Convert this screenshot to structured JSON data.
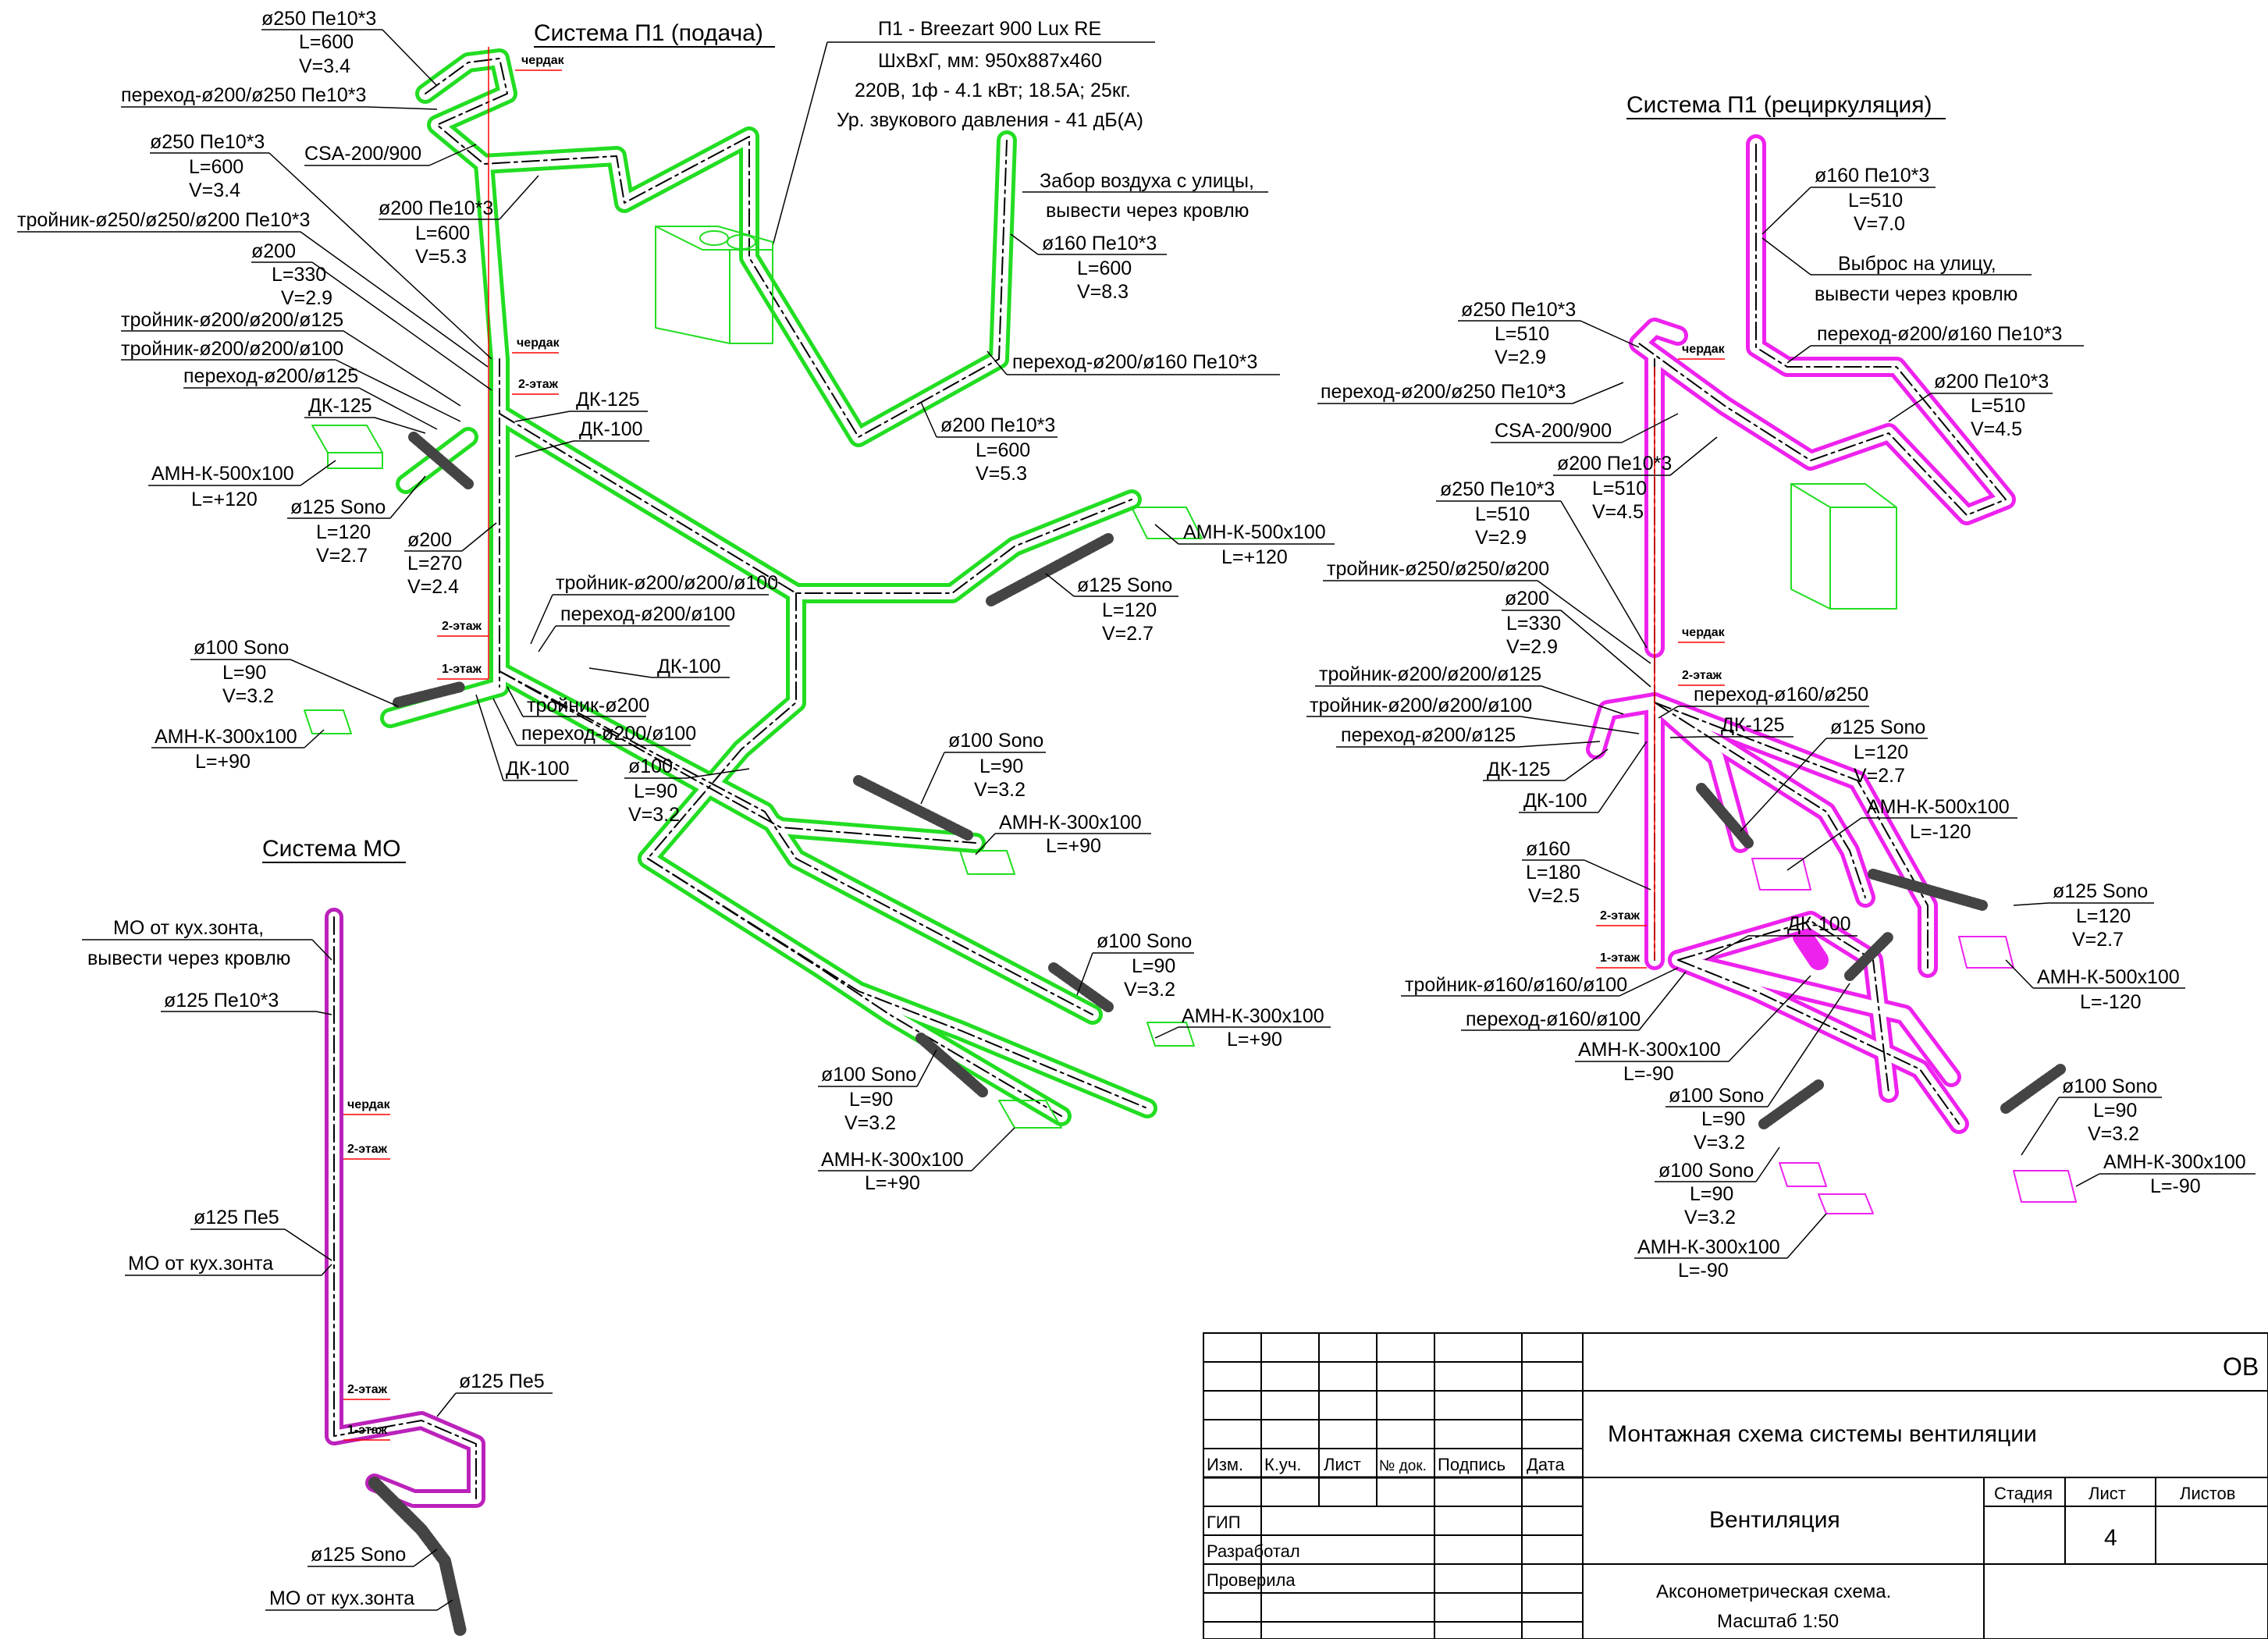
{
  "colors": {
    "supply": "#22dd22",
    "recirc": "#ee22ee",
    "mo": "#bb22bb",
    "red": "#ff0000",
    "text": "#000000"
  },
  "systems": {
    "p1_supply": "Система П1 (подача)",
    "p1_recirc": "Система П1 (рециркуляция)",
    "mo": "Система МО"
  },
  "unit_spec": [
    "П1 - Breezart 900 Lux RE",
    "ШхВхГ, мм: 950х887х460",
    "220В, 1ф - 4.1 кВт; 18.5А; 25кг.",
    "Ур. звукового давления - 41 дБ(А)"
  ],
  "floor_marks": {
    "attic": "чердак",
    "floor2": "2-этаж",
    "floor1": "1-этаж"
  },
  "labels_supply": [
    [
      "ø250 Пе10*3",
      "L=600",
      "V=3.4"
    ],
    [
      "переход-ø200/ø250 Пе10*3"
    ],
    [
      "ø250 Пе10*3",
      "L=600",
      "V=3.4"
    ],
    [
      "CSA-200/900"
    ],
    [
      "тройник-ø250/ø250/ø200 Пе10*3"
    ],
    [
      "ø200 Пе10*3",
      "L=600",
      "V=5.3"
    ],
    [
      "ø200",
      "L=330",
      "V=2.9"
    ],
    [
      "тройник-ø200/ø200/ø125"
    ],
    [
      "тройник-ø200/ø200/ø100"
    ],
    [
      "переход-ø200/ø125"
    ],
    [
      "ДК-125"
    ],
    [
      "ДК-125"
    ],
    [
      "ДК-100"
    ],
    [
      "АМН-К-500х100",
      "L=+120"
    ],
    [
      "ø125 Sono",
      "L=120",
      "V=2.7"
    ],
    [
      "ø200",
      "L=270",
      "V=2.4"
    ],
    [
      "Забор воздуха с улицы,",
      "вывести через кровлю"
    ],
    [
      "ø160 Пе10*3",
      "L=600",
      "V=8.3"
    ],
    [
      "переход-ø200/ø160 Пе10*3"
    ],
    [
      "ø200 Пе10*3",
      "L=600",
      "V=5.3"
    ],
    [
      "АМН-К-500х100",
      "L=+120"
    ],
    [
      "ø125 Sono",
      "L=120",
      "V=2.7"
    ],
    [
      "тройник-ø200/ø200/ø100"
    ],
    [
      "переход-ø200/ø100"
    ],
    [
      "ДК-100"
    ],
    [
      "тройник-ø200"
    ],
    [
      "переход-ø200/ø100"
    ],
    [
      "ø100 Sono",
      "L=90",
      "V=3.2"
    ],
    [
      "АМН-К-300х100",
      "L=+90"
    ],
    [
      "ДК-100"
    ],
    [
      "ø100",
      "L=90",
      "V=3.2"
    ],
    [
      "ø100 Sono",
      "L=90",
      "V=3.2"
    ],
    [
      "АМН-К-300х100",
      "L=+90"
    ],
    [
      "ø100 Sono",
      "L=90",
      "V=3.2"
    ],
    [
      "АМН-К-300х100",
      "L=+90"
    ],
    [
      "ø100 Sono",
      "L=90",
      "V=3.2"
    ],
    [
      "АМН-К-300х100",
      "L=+90"
    ]
  ],
  "labels_recirc": [
    [
      "ø160 Пе10*3",
      "L=510",
      "V=7.0"
    ],
    [
      "Выброс на улицу,",
      "вывести через кровлю"
    ],
    [
      "ø250 Пе10*3",
      "L=510",
      "V=2.9"
    ],
    [
      "переход-ø200/ø160 Пе10*3"
    ],
    [
      "переход-ø200/ø250 Пе10*3"
    ],
    [
      "ø200 Пе10*3",
      "L=510",
      "V=4.5"
    ],
    [
      "CSA-200/900"
    ],
    [
      "ø200 Пе10*3",
      "L=510",
      "V=4.5"
    ],
    [
      "ø250 Пе10*3",
      "L=510",
      "V=2.9"
    ],
    [
      "тройник-ø250/ø250/ø200"
    ],
    [
      "ø200",
      "L=330",
      "V=2.9"
    ],
    [
      "тройник-ø200/ø200/ø125"
    ],
    [
      "переход-ø160/ø250"
    ],
    [
      "тройник-ø200/ø200/ø100"
    ],
    [
      "ДК-125"
    ],
    [
      "ø125 Sono",
      "L=120",
      "V=2.7"
    ],
    [
      "переход-ø200/ø125"
    ],
    [
      "ДК-125"
    ],
    [
      "ДК-100"
    ],
    [
      "АМН-К-500х100",
      "L=-120"
    ],
    [
      "ø160",
      "L=180",
      "V=2.5"
    ],
    [
      "ø125 Sono",
      "L=120",
      "V=2.7"
    ],
    [
      "ДК-100"
    ],
    [
      "АМН-К-500х100",
      "L=-120"
    ],
    [
      "тройник-ø160/ø160/ø100"
    ],
    [
      "переход-ø160/ø100"
    ],
    [
      "АМН-К-300х100",
      "L=-90"
    ],
    [
      "ø100 Sono",
      "L=90",
      "V=3.2"
    ],
    [
      "ø100 Sono",
      "L=90",
      "V=3.2"
    ],
    [
      "АМН-К-300х100",
      "L=-90"
    ],
    [
      "ø100 Sono",
      "L=90",
      "V=3.2"
    ],
    [
      "АМН-К-300х100",
      "L=-90"
    ]
  ],
  "labels_mo": [
    [
      "МО от кух.зонта,",
      "вывести через кровлю"
    ],
    [
      "ø125 Пе10*3"
    ],
    [
      "ø125 Пе5"
    ],
    [
      "МО от кух.зонта"
    ],
    [
      "ø125 Пе5"
    ],
    [
      "ø125 Sono"
    ],
    [
      "МО от кух.зонта"
    ]
  ],
  "title_block": {
    "code": "ОВ",
    "title": "Монтажная схема системы вентиляции",
    "section": "Вентиляция",
    "drawing": "Аксонометрическая схема.",
    "scale": "Масштаб 1:50",
    "headers": [
      "Изм.",
      "К.уч.",
      "Лист",
      "№ док.",
      "Подпись",
      "Дата"
    ],
    "roles": [
      "ГИП",
      "Разработал",
      "Проверила"
    ],
    "stage_label": "Стадия",
    "sheet_label": "Лист",
    "sheets_label": "Листов",
    "stage": "",
    "sheet": "4",
    "sheets": ""
  }
}
